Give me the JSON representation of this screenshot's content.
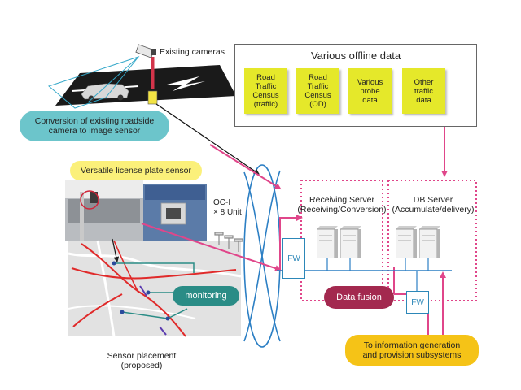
{
  "cameras_label": "Existing cameras",
  "conversion_label": [
    "Conversion of existing roadside",
    "camera to image sensor"
  ],
  "offline": {
    "title": "Various offline data",
    "notes": [
      [
        "Road",
        "Traffic",
        "Census",
        "(traffic)"
      ],
      [
        "Road",
        "Traffic",
        "Census",
        "(OD)"
      ],
      [
        "Various",
        "probe",
        "data"
      ],
      [
        "Other",
        "traffic",
        "data"
      ]
    ]
  },
  "lp_sensor_label": "Versatile license plate sensor",
  "oci_label": [
    "OC-I",
    "× 8 Unit"
  ],
  "receiving_server": [
    "Receiving Server",
    "(Receiving/Conversion)"
  ],
  "db_server": [
    "DB Server",
    "(Accumulate/delivery)"
  ],
  "fw_label": "FW",
  "data_fusion_label": "Data fusion",
  "monitoring_label": "monitoring",
  "info_gen_label": [
    "To information generation",
    "and provision subsystems"
  ],
  "sensor_placement_label": [
    "Sensor placement",
    "(proposed)"
  ],
  "colors": {
    "pink": "#e0468a",
    "teal": "#6cc5cb",
    "dark_teal": "#2a8c86",
    "maroon": "#a3294f",
    "yellow_pill": "#fbf07a",
    "orange_pill": "#f5c317",
    "sticky": "#e5e82a",
    "blue": "#2c87b8"
  }
}
